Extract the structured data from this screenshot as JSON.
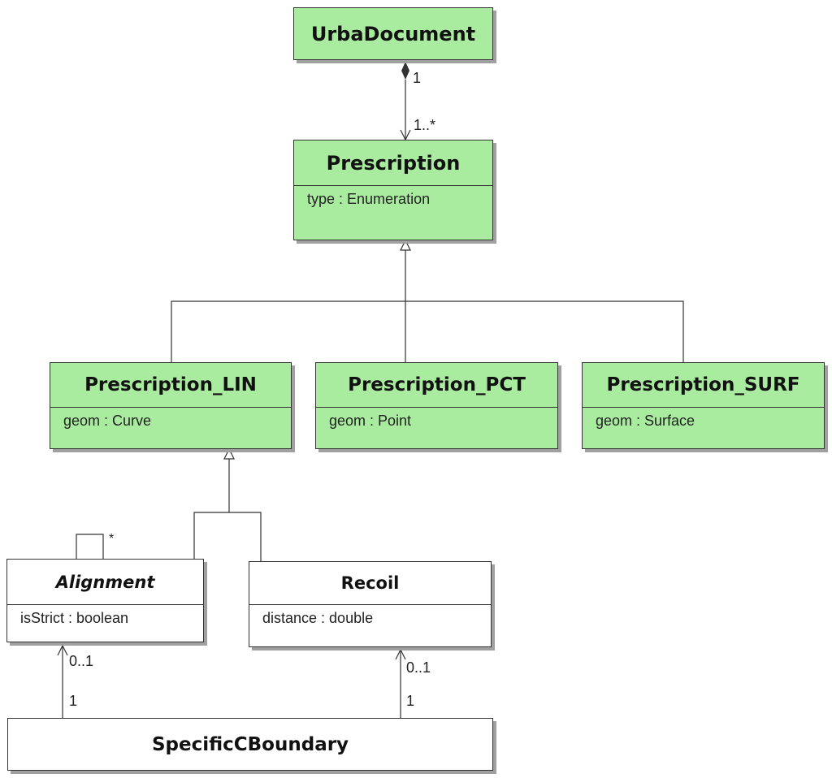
{
  "classes": {
    "urba_document": {
      "name": "UrbaDocument"
    },
    "prescription": {
      "name": "Prescription",
      "attr": "type : Enumeration"
    },
    "prescription_lin": {
      "name": "Prescription_LIN",
      "attr": "geom : Curve"
    },
    "prescription_pct": {
      "name": "Prescription_PCT",
      "attr": "geom : Point"
    },
    "prescription_surf": {
      "name": "Prescription_SURF",
      "attr": "geom : Surface"
    },
    "alignment": {
      "name": "Alignment",
      "attr": "isStrict : boolean"
    },
    "recoil": {
      "name": "Recoil",
      "attr": "distance : double"
    },
    "specific_boundary": {
      "name": "SpecificCBoundary"
    }
  },
  "multiplicities": {
    "urba_owner": "1",
    "prescription_parts": "1..*",
    "alignment_self": "*",
    "alignment_target": "0..1",
    "alignment_source": "1",
    "recoil_target": "0..1",
    "recoil_source": "1"
  },
  "colors": {
    "class_fill_green": "#a9ec9f",
    "class_fill_white": "#ffffff",
    "line": "#333333"
  }
}
